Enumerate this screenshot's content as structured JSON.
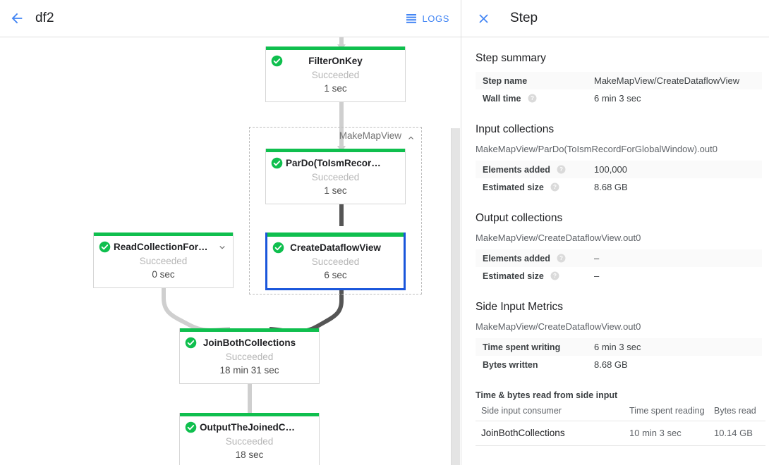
{
  "topbar": {
    "back_icon": "arrow-left-icon",
    "job_name": "df2",
    "logs_label": "LOGS",
    "logs_icon": "list-icon",
    "accent_color": "#4285f4"
  },
  "graph": {
    "group": {
      "label": "MakeMapView",
      "collapse_icon": "chevron-up-icon"
    },
    "nodes": [
      {
        "id": "filter-on-key",
        "name": "FilterOnKey",
        "status": "Succeeded",
        "time": "1 sec",
        "status_color": "#0fbf4e",
        "selected": false,
        "expandable": false
      },
      {
        "id": "pardo-toismrecordfor",
        "name": "ParDo(ToIsmRecordFor…",
        "status": "Succeeded",
        "time": "1 sec",
        "status_color": "#0fbf4e",
        "selected": false,
        "expandable": false
      },
      {
        "id": "create-dataflow-view",
        "name": "CreateDataflowView",
        "status": "Succeeded",
        "time": "6 sec",
        "status_color": "#0fbf4e",
        "selected": true,
        "expandable": false
      },
      {
        "id": "read-collection-for-join",
        "name": "ReadCollectionForJoin",
        "status": "Succeeded",
        "time": "0 sec",
        "status_color": "#0fbf4e",
        "selected": false,
        "expandable": true,
        "expand_icon": "chevron-down-icon"
      },
      {
        "id": "join-both-collections",
        "name": "JoinBothCollections",
        "status": "Succeeded",
        "time": "18 min 31 sec",
        "status_color": "#0fbf4e",
        "selected": false,
        "expandable": false
      },
      {
        "id": "output-the-joined-collection",
        "name": "OutputTheJoinedCollec…",
        "status": "Succeeded",
        "time": "18 sec",
        "status_color": "#0fbf4e",
        "selected": false,
        "expandable": false
      }
    ]
  },
  "panel": {
    "close_icon": "close-icon",
    "title": "Step",
    "step_summary": {
      "heading": "Step summary",
      "rows": [
        {
          "label": "Step name",
          "value": "MakeMapView/CreateDataflowView",
          "help": false
        },
        {
          "label": "Wall time",
          "value": "6 min 3 sec",
          "help": true
        }
      ]
    },
    "input_collections": {
      "heading": "Input collections",
      "collection": "MakeMapView/ParDo(ToIsmRecordForGlobalWindow).out0",
      "rows": [
        {
          "label": "Elements added",
          "value": "100,000",
          "help": true
        },
        {
          "label": "Estimated size",
          "value": "8.68 GB",
          "help": true
        }
      ]
    },
    "output_collections": {
      "heading": "Output collections",
      "collection": "MakeMapView/CreateDataflowView.out0",
      "rows": [
        {
          "label": "Elements added",
          "value": "–",
          "help": true
        },
        {
          "label": "Estimated size",
          "value": "–",
          "help": true
        }
      ]
    },
    "side_input_metrics": {
      "heading": "Side Input Metrics",
      "collection": "MakeMapView/CreateDataflowView.out0",
      "rows": [
        {
          "label": "Time spent writing",
          "value": "6 min 3 sec",
          "help": false
        },
        {
          "label": "Bytes written",
          "value": "8.68 GB",
          "help": false
        }
      ]
    },
    "side_input_table": {
      "heading": "Time & bytes read from side input",
      "columns": [
        "Side input consumer",
        "Time spent reading",
        "Bytes read"
      ],
      "rows": [
        [
          "JoinBothCollections",
          "10 min 3 sec",
          "10.14 GB"
        ]
      ]
    }
  }
}
